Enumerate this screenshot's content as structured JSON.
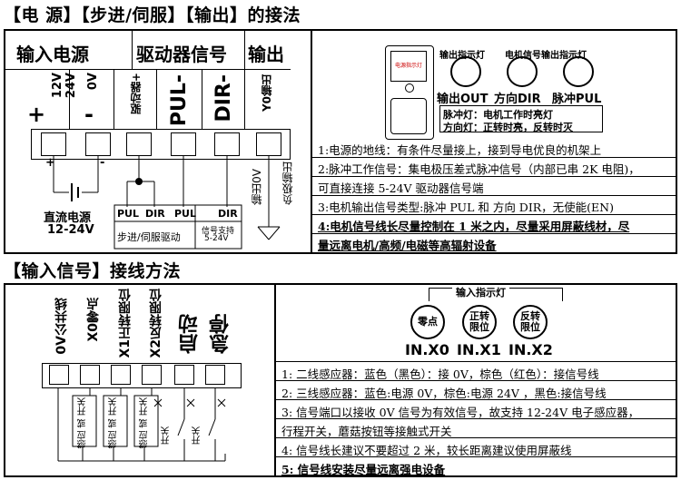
{
  "section1": {
    "title": "【电  源】【步进/伺服】【输出】的接法",
    "headers": {
      "power": "输入电源",
      "driver": "驱动器信号",
      "output": "输出"
    },
    "terminal_labels": {
      "v24": "12V\n24V",
      "v24_sign": "+",
      "v0": "0V",
      "v0_sign": "-",
      "drv_plus": "驱动器+",
      "pul": "PUL-",
      "dir": "DIR-",
      "y0": "Y0输出"
    },
    "dc_source": {
      "line1": "直流电源",
      "line2": "12-24V"
    },
    "driver_box": {
      "pul1": "PUL",
      "dir1": "DIR",
      "pul2": "PUL",
      "dir2": "DIR",
      "plus": "+",
      "minus": "-",
      "name": "步进/伺服驱动",
      "support1": "信号支持",
      "support2": "5-24V"
    },
    "output_arrow": {
      "line1": "输出0V",
      "line2": "负极输出"
    },
    "indicators": {
      "power_led": "电源指示灯",
      "out_led": "输出指示灯",
      "motor_led": "电机信号输出指示灯",
      "out_label": "输出OUT",
      "dir_label": "方向DIR",
      "pulse_label": "脉冲PUL",
      "pulse_line1_a": "脉冲灯：",
      "pulse_line1_b": "电机工作时亮灯",
      "pulse_line2_a": "方向灯：",
      "pulse_line2_b": "正转时亮，反转时灭"
    },
    "notes": [
      "1:电源的地线：有条件尽量接上，接到导电优良的机架上",
      "2:脉冲工作信号：集电极压差式脉冲信号（内部已串 2K 电阻)，",
      "可直接连接 5-24V 驱动器信号端",
      "3:电机输出信号类型:脉冲 PUL 和 方向 DIR，无使能(EN)",
      "4:电机信号线长尽量控制在 1 米之内，尽量采用屏蔽线材，尽",
      "量远离电机/高频/电磁等高辐射设备"
    ]
  },
  "section2": {
    "title": "【输入信号】接线方法",
    "terminal_labels": [
      "0V公共线",
      "X0零点",
      "X1正转限位",
      "X2反转限位",
      "启动",
      "急停"
    ],
    "sensor_labels": [
      "感应 或 开关",
      "感应 或 开关",
      "感应 或 开关"
    ],
    "switch_label": "开关",
    "indicator_title": "输入指示灯",
    "indicators": [
      {
        "label": "零点",
        "port": "IN.X0"
      },
      {
        "label": "正转\n限位",
        "port": "IN.X1"
      },
      {
        "label": "反转\n限位",
        "port": "IN.X2"
      }
    ],
    "notes": [
      "1:  二线感应器：蓝色（黑色）：接 0V，棕色（红色）：接信号线",
      "2:  三线感应器：蓝色:电源 0V，棕色:电源 24V ，黑色:接信号线",
      "3:  信号端口以接收 0V 信号为有效信号，故支持 12-24V 电子感应器，",
      "行程开关，蘑菇按钮等接触式开关",
      "4:  信号线长建议不要超过 2 米，较长距离建议使用屏蔽线",
      "5:  信号线安装尽量远离强电设备"
    ]
  }
}
